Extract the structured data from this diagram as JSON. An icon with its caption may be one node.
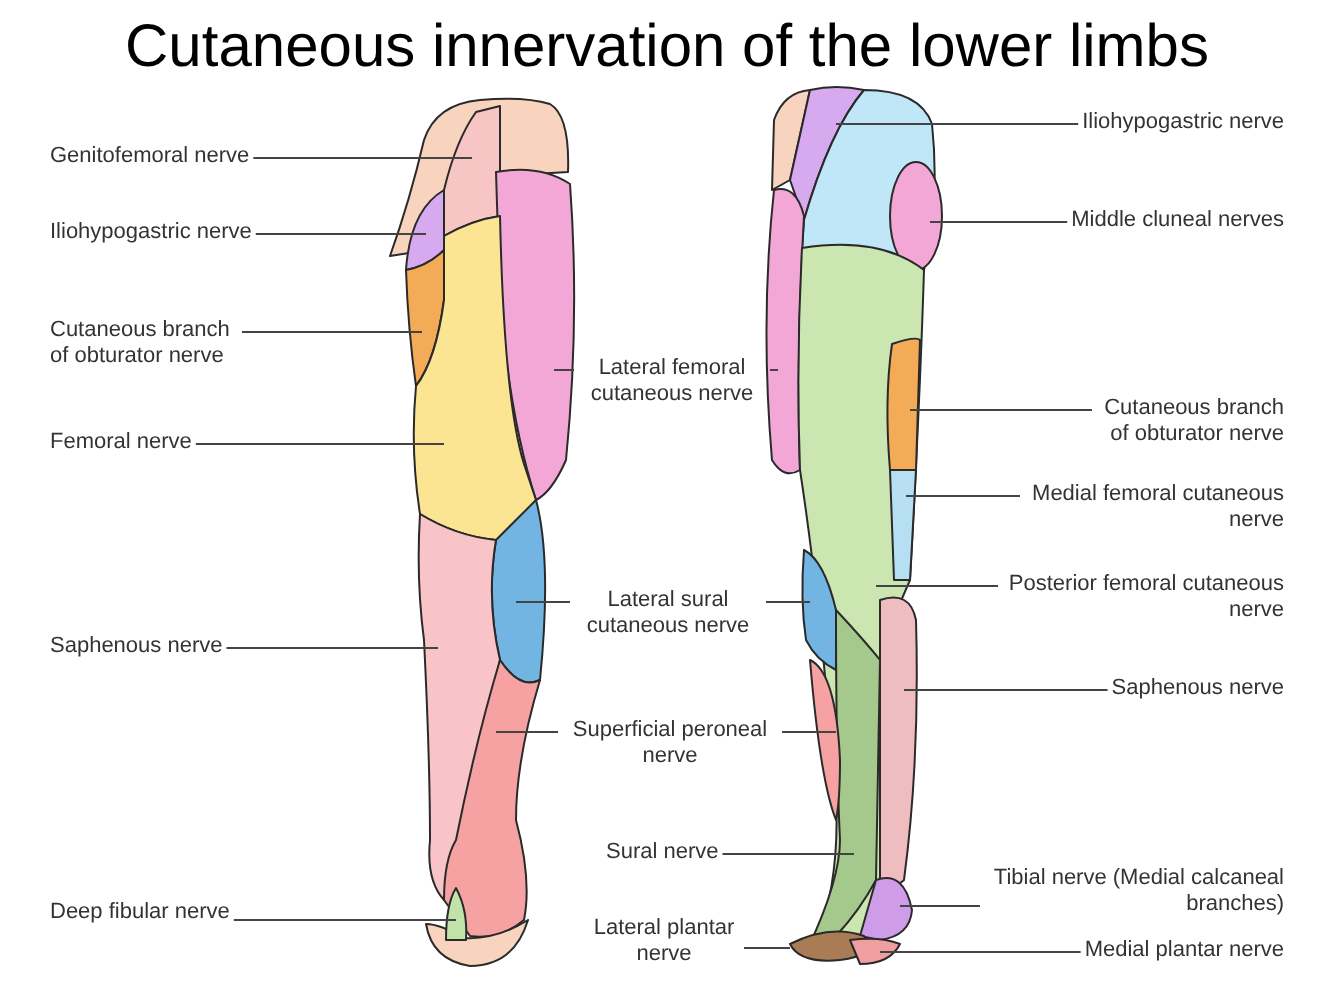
{
  "diagram": {
    "title": "Cutaneous innervation of the lower limbs",
    "nodes": [
      {
        "text": [
          "Genitofemoral nerve"
        ]
      },
      {
        "text": [
          "Iliohypogastric nerve"
        ]
      },
      {
        "text": [
          "Cutaneous branch of obturator nerve"
        ]
      },
      {
        "text": [
          "Femoral nerve"
        ]
      },
      {
        "text": [
          "Saphenous nerve"
        ]
      },
      {
        "text": [
          "Deep fibular nerve"
        ]
      },
      {
        "text": [
          "Lateral femoral cutaneous nerve"
        ]
      },
      {
        "text": [
          "Lateral sural cutaneous nerve"
        ]
      },
      {
        "text": [
          "Superficial peroneal nerve"
        ]
      },
      {
        "text": [
          "Sural nerve"
        ]
      },
      {
        "text": [
          "Lateral plantar nerve"
        ]
      },
      {
        "text": [
          "Iliohypogastric nerve"
        ]
      },
      {
        "text": [
          "Middle cluneal nerves"
        ]
      },
      {
        "text": [
          "Cutaneous branch of obturator nerve"
        ]
      },
      {
        "text": [
          "Medial femoral cutaneous nerve"
        ]
      },
      {
        "text": [
          "Posterior femoral cutaneous nerve"
        ]
      },
      {
        "text": [
          "Saphenous nerve"
        ]
      },
      {
        "text": [
          "Tibial nerve (Medial calcaneal branches)"
        ]
      },
      {
        "text": [
          "Medial plantar nerve"
        ]
      }
    ],
    "edges": [
      {
        "from": 0,
        "to": null,
        "arrow": "none"
      },
      {
        "from": 1,
        "to": null,
        "arrow": "none"
      },
      {
        "from": 2,
        "to": null,
        "arrow": "none"
      },
      {
        "from": 3,
        "to": null,
        "arrow": "none"
      },
      {
        "from": 4,
        "to": null,
        "arrow": "none"
      },
      {
        "from": 5,
        "to": null,
        "arrow": "none"
      },
      {
        "from": 6,
        "to": null,
        "arrow": "none"
      },
      {
        "from": 6,
        "to": null,
        "arrow": "none"
      },
      {
        "from": 7,
        "to": null,
        "arrow": "none"
      },
      {
        "from": 7,
        "to": null,
        "arrow": "none"
      },
      {
        "from": 8,
        "to": null,
        "arrow": "none"
      },
      {
        "from": 8,
        "to": null,
        "arrow": "none"
      },
      {
        "from": 9,
        "to": null,
        "arrow": "none"
      },
      {
        "from": 10,
        "to": null,
        "arrow": "none"
      },
      {
        "from": 11,
        "to": null,
        "arrow": "none"
      },
      {
        "from": 12,
        "to": null,
        "arrow": "none"
      },
      {
        "from": 13,
        "to": null,
        "arrow": "none"
      },
      {
        "from": 14,
        "to": null,
        "arrow": "none"
      },
      {
        "from": 15,
        "to": null,
        "arrow": "none"
      },
      {
        "from": 16,
        "to": null,
        "arrow": "none"
      },
      {
        "from": 17,
        "to": null,
        "arrow": "none"
      },
      {
        "from": 18,
        "to": null,
        "arrow": "none"
      }
    ]
  }
}
